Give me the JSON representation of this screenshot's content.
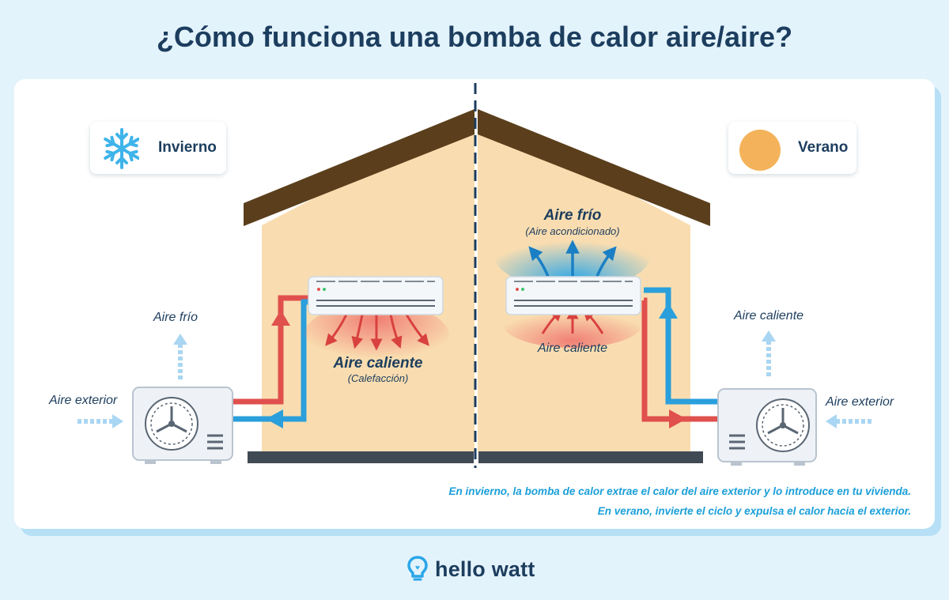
{
  "title": "¿Cómo funciona una bomba de calor aire/aire?",
  "winter": {
    "badge": "Invierno",
    "outdoor_label": "Aire exterior",
    "exhaust_label": "Aire frío",
    "indoor_label": "Aire caliente",
    "indoor_sub": "(Calefacción)"
  },
  "summer": {
    "badge": "Verano",
    "indoor_label": "Aire frío",
    "indoor_sub": "(Aire acondicionado)",
    "intake_label": "Aire caliente",
    "outdoor_label": "Aire exterior",
    "exhaust_label": "Aire caliente"
  },
  "notes": [
    "En invierno, la bomba de calor extrae el calor del aire exterior y lo introduce en tu vivienda.",
    "En verano, invierte el ciclo y expulsa el calor hacia el exterior."
  ],
  "brand": "hello watt",
  "icons": {
    "winter": "snowflake-icon",
    "summer": "sun-icon",
    "brand": "lightbulb-icon"
  },
  "colors": {
    "hot": "#e0504d",
    "cold": "#2a9fdc",
    "roof": "#5b3f1c",
    "wall": "#f9ddb0",
    "title": "#1c3d5e",
    "note": "#1a9fd9"
  }
}
